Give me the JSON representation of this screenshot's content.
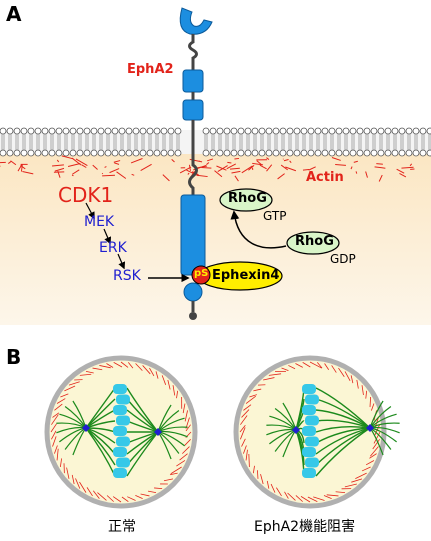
{
  "panels": {
    "a": "A",
    "b": "B"
  },
  "labels": {
    "epha2": "EphA2",
    "actin": "Actin",
    "cdk1": "CDK1",
    "mek": "MEK",
    "erk": "ERK",
    "rsk": "RSK",
    "rhog_gtp": "RhoG",
    "gtp": "GTP",
    "rhog_gdp": "RhoG",
    "gdp": "GDP",
    "ps": "pS",
    "ephexin4": "Ephexin4"
  },
  "captions": {
    "normal": "正常",
    "inhibited": "EphA2機能阻害"
  },
  "colors": {
    "receptor": "#1c8ee0",
    "actin": "#e2231a",
    "cytoplasm": "#fbf0d8",
    "rhog_fill": "#d9f5c8",
    "ephexin4_fill": "#ffee00",
    "ps_fill": "#e2231a",
    "spindle": "#1c8a1c",
    "chromosome": "#36c8e8",
    "cell_border": "#b0b0b0"
  }
}
